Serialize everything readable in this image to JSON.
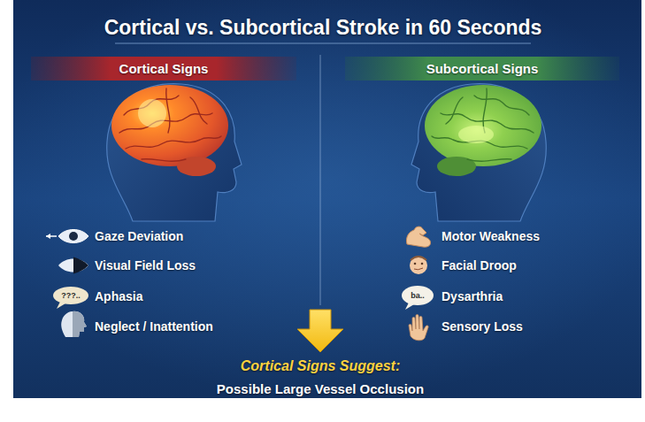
{
  "diagram": {
    "title": "Cortical vs. Subcortical Stroke in 60 Seconds",
    "nodes": [
      {
        "text": [
          "Cortical Signs"
        ]
      },
      {
        "text": [
          "Subcortical Signs"
        ]
      }
    ],
    "labels": [
      "Gaze Deviation",
      "Visual Field Loss",
      "???..",
      "Aphasia",
      "Neglect / Inattention",
      "Motor Weakness",
      "Facial Droop",
      "ba..",
      "Dysarthria",
      "Sensory Loss",
      "Cortical Signs Suggest:",
      "Possible Large Vessel Occlusion"
    ]
  }
}
